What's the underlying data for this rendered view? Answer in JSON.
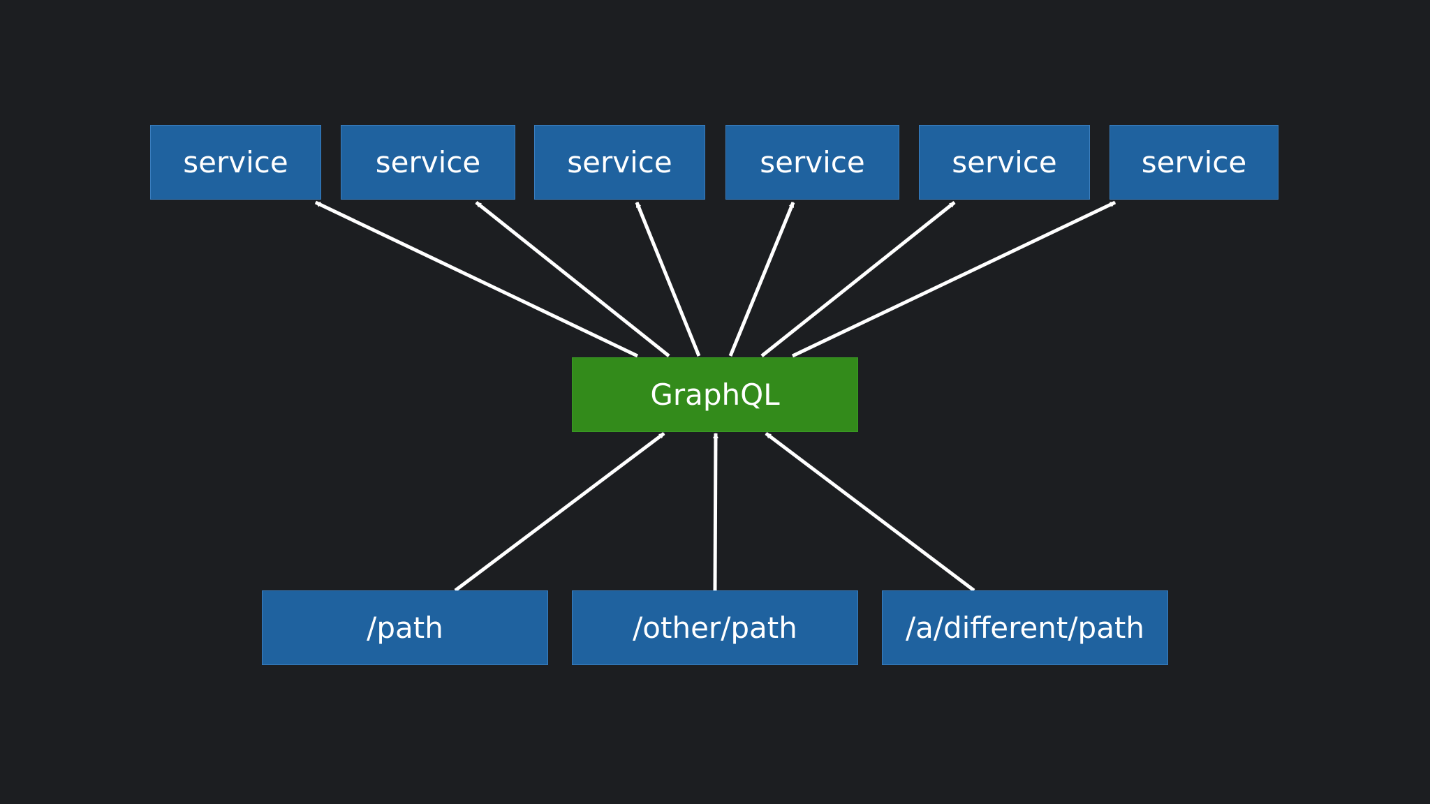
{
  "background": "#1c1e21",
  "colors": {
    "service_fill": "#1f629f",
    "path_fill": "#1f629f",
    "graphql_fill": "#338b1b",
    "arrow": "#ffffff",
    "text": "#ffffff"
  },
  "services": [
    {
      "label": "service"
    },
    {
      "label": "service"
    },
    {
      "label": "service"
    },
    {
      "label": "service"
    },
    {
      "label": "service"
    },
    {
      "label": "service"
    }
  ],
  "hub": {
    "label": "GraphQL"
  },
  "paths": [
    {
      "label": "/path"
    },
    {
      "label": "/other/path"
    },
    {
      "label": "/a/different/path"
    }
  ],
  "edges": [
    {
      "from": "hub",
      "to": "services.0"
    },
    {
      "from": "hub",
      "to": "services.1"
    },
    {
      "from": "hub",
      "to": "services.2"
    },
    {
      "from": "hub",
      "to": "services.3"
    },
    {
      "from": "hub",
      "to": "services.4"
    },
    {
      "from": "hub",
      "to": "services.5"
    },
    {
      "from": "paths.0",
      "to": "hub"
    },
    {
      "from": "paths.1",
      "to": "hub"
    },
    {
      "from": "paths.2",
      "to": "hub"
    }
  ]
}
